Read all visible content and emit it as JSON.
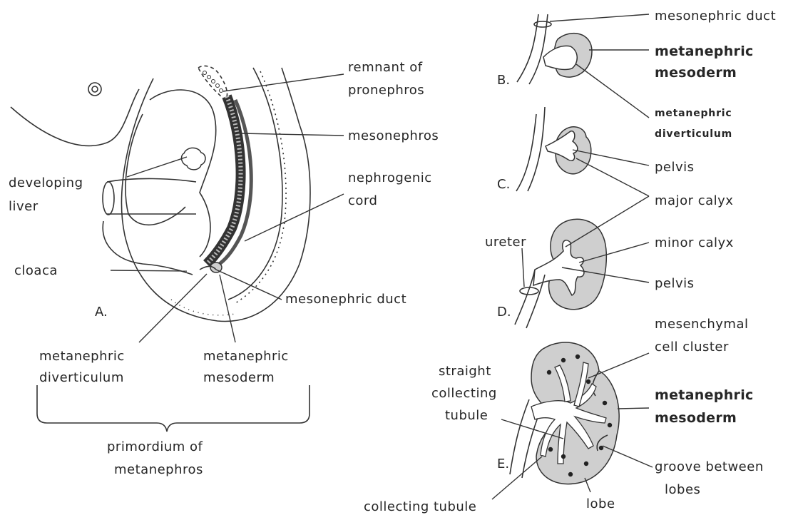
{
  "labels": {
    "remnant_of": "remnant of",
    "pronephros": "pronephros",
    "mesonephros": "mesonephros",
    "nephrogenic": "nephrogenic",
    "cord": "cord",
    "developing": "developing",
    "liver": "liver",
    "cloaca": "cloaca",
    "mesonephric_duct_a": "mesonephric duct",
    "panel_a": "A.",
    "metanephric_div_a_1": "metanephric",
    "metanephric_div_a_2": "diverticulum",
    "metanephric_meso_a_1": "metanephric",
    "metanephric_meso_a_2": "mesoderm",
    "primordium_1": "primordium of",
    "primordium_2": "metanephros",
    "mesonephric_duct_b": "mesonephric duct",
    "metanephric_meso_b_1": "metanephric",
    "metanephric_meso_b_2": "mesoderm",
    "panel_b": "B.",
    "metanephric_div_b_1": "metanephric",
    "metanephric_div_b_2": "diverticulum",
    "pelvis_c": "pelvis",
    "panel_c": "C.",
    "major_calyx": "major calyx",
    "ureter": "ureter",
    "minor_calyx": "minor calyx",
    "pelvis_d": "pelvis",
    "panel_d": "D.",
    "mesenchymal_1": "mesenchymal",
    "mesenchymal_2": "cell cluster",
    "straight_1": "straight",
    "straight_2": "collecting",
    "straight_3": "tubule",
    "metanephric_meso_e_1": "metanephric",
    "metanephric_meso_e_2": "mesoderm",
    "panel_e": "E.",
    "groove_1": "groove between",
    "groove_2": "lobes",
    "collecting_tubule": "collecting tubule",
    "lobe": "lobe"
  },
  "colors": {
    "ink": "#262626",
    "tissue_fill": "#cfcfcf",
    "background": "#ffffff"
  }
}
